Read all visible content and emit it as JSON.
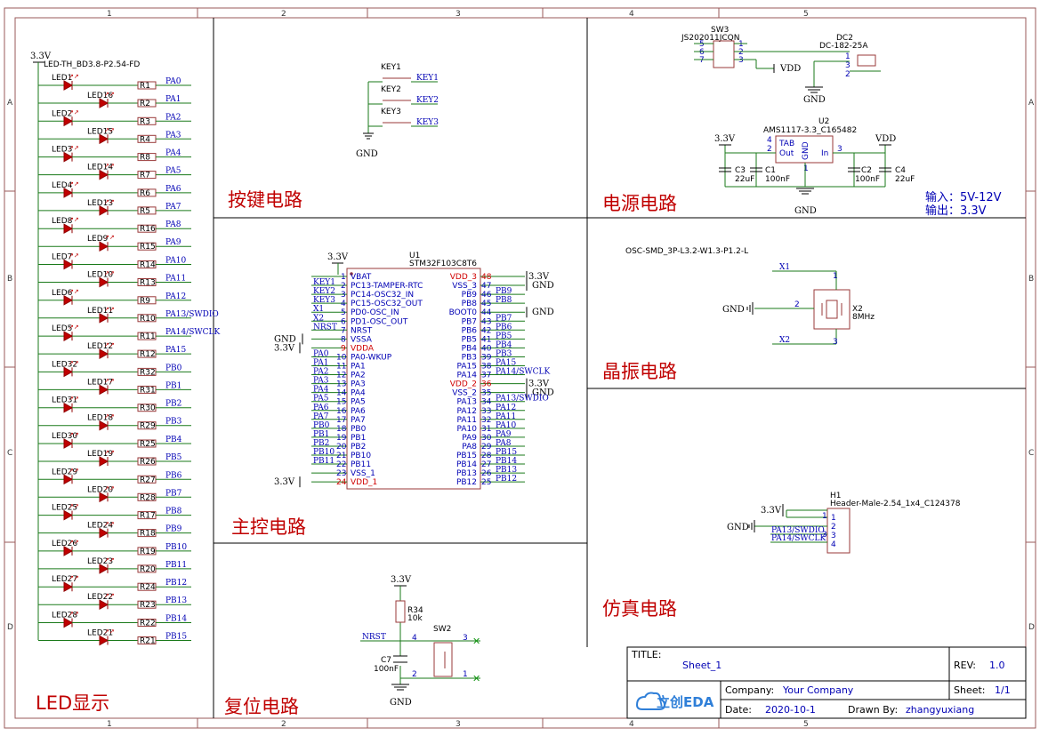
{
  "zones": {
    "columns": [
      "1",
      "2",
      "3",
      "4",
      "5"
    ],
    "rows": [
      "A",
      "B",
      "C",
      "D"
    ]
  },
  "sections": {
    "led": "LED显示",
    "key": "按键电路",
    "power": "电源电路",
    "mcu": "主控电路",
    "crystal": "晶振电路",
    "reset": "复位电路",
    "debug": "仿真电路"
  },
  "led_block": {
    "supply": "3.3V",
    "footprint": "LED-TH_BD3.8-P2.54-FD",
    "rows": [
      {
        "a": "LED1",
        "b": "LED16",
        "r1": "R1",
        "n1": "PA0",
        "r2": "R2",
        "n2": "PA1"
      },
      {
        "a": "LED2",
        "b": "LED15",
        "r1": "R3",
        "n1": "PA2",
        "r2": "R4",
        "n2": "PA3"
      },
      {
        "a": "LED3",
        "b": "LED14",
        "r1": "R8",
        "n1": "PA4",
        "r2": "R7",
        "n2": "PA5"
      },
      {
        "a": "LED4",
        "b": "LED13",
        "r1": "R6",
        "n1": "PA6",
        "r2": "R5",
        "n2": "PA7"
      },
      {
        "a": "LED8",
        "b": "LED9",
        "r1": "R16",
        "n1": "PA8",
        "r2": "R15",
        "n2": "PA9"
      },
      {
        "a": "LED7",
        "b": "LED10",
        "r1": "R14",
        "n1": "PA10",
        "r2": "R13",
        "n2": "PA11"
      },
      {
        "a": "LED6",
        "b": "LED11",
        "r1": "R9",
        "n1": "PA12",
        "r2": "R10",
        "n2": "PA13/SWDIO"
      },
      {
        "a": "LED5",
        "b": "LED12",
        "r1": "R11",
        "n1": "PA14/SWCLK",
        "r2": "R12",
        "n2": "PA15"
      },
      {
        "a": "LED32",
        "b": "LED17",
        "r1": "R32",
        "n1": "PB0",
        "r2": "R31",
        "n2": "PB1"
      },
      {
        "a": "LED31",
        "b": "LED18",
        "r1": "R30",
        "n1": "PB2",
        "r2": "R29",
        "n2": "PB3"
      },
      {
        "a": "LED30",
        "b": "LED19",
        "r1": "R25",
        "n1": "PB4",
        "r2": "R26",
        "n2": "PB5"
      },
      {
        "a": "LED29",
        "b": "LED20",
        "r1": "R27",
        "n1": "PB6",
        "r2": "R28",
        "n2": "PB7"
      },
      {
        "a": "LED25",
        "b": "LED24",
        "r1": "R17",
        "n1": "PB8",
        "r2": "R18",
        "n2": "PB9"
      },
      {
        "a": "LED26",
        "b": "LED23",
        "r1": "R19",
        "n1": "PB10",
        "r2": "R20",
        "n2": "PB11"
      },
      {
        "a": "LED27",
        "b": "LED22",
        "r1": "R24",
        "n1": "PB12",
        "r2": "R23",
        "n2": "PB13"
      },
      {
        "a": "LED28",
        "b": "LED21",
        "r1": "R22",
        "n1": "PB14",
        "r2": "R21",
        "n2": "PB15"
      }
    ]
  },
  "keys": {
    "items": [
      {
        "ref": "KEY1",
        "net": "KEY1"
      },
      {
        "ref": "KEY2",
        "net": "KEY2"
      },
      {
        "ref": "KEY3",
        "net": "KEY3"
      }
    ],
    "gnd": "GND"
  },
  "power": {
    "sw_ref": "SW3",
    "sw_part": "JS202011JCQN",
    "sw_pins": [
      "5",
      "6",
      "7",
      "1",
      "2",
      "3"
    ],
    "dc_ref": "DC2",
    "dc_part": "DC-182-25A",
    "dc_pins": [
      "1",
      "3",
      "2"
    ],
    "vdd": "VDD",
    "gnd": "GND",
    "reg_ref": "U2",
    "reg_part": "AMS1117-3.3_C165482",
    "reg_tab": "TAB",
    "reg_out": "Out",
    "reg_in": "In",
    "reg_gnd": "GND",
    "reg_pins": [
      "4",
      "2",
      "3",
      "1"
    ],
    "v33": "3.3V",
    "caps": [
      {
        "ref": "C3",
        "val": "22uF"
      },
      {
        "ref": "C1",
        "val": "100nF"
      },
      {
        "ref": "C2",
        "val": "100nF"
      },
      {
        "ref": "C4",
        "val": "22uF"
      }
    ],
    "note_in": "输入：5V-12V",
    "note_out": "输出：3.3V"
  },
  "mcu": {
    "ref": "U1",
    "part": "STM32F103C8T6",
    "left_pins": [
      {
        "num": "1",
        "name": "VBAT",
        "red": false,
        "net": "3.3V"
      },
      {
        "num": "2",
        "name": "PC13-TAMPER-RTC",
        "red": false,
        "net": "KEY1"
      },
      {
        "num": "3",
        "name": "PC14-OSC32_IN",
        "red": false,
        "net": "KEY2"
      },
      {
        "num": "4",
        "name": "PC15-OSC32_OUT",
        "red": false,
        "net": "KEY3"
      },
      {
        "num": "5",
        "name": "PD0-OSC_IN",
        "red": false,
        "net": "X1"
      },
      {
        "num": "6",
        "name": "PD1-OSC_OUT",
        "red": false,
        "net": "X2"
      },
      {
        "num": "7",
        "name": "NRST",
        "red": false,
        "net": "NRST"
      },
      {
        "num": "8",
        "name": "VSSA",
        "red": false,
        "net": "GND"
      },
      {
        "num": "9",
        "name": "VDDA",
        "red": true,
        "net": "3.3V"
      },
      {
        "num": "10",
        "name": "PA0-WKUP",
        "red": false,
        "net": "PA0"
      },
      {
        "num": "11",
        "name": "PA1",
        "red": false,
        "net": "PA1"
      },
      {
        "num": "12",
        "name": "PA2",
        "red": false,
        "net": "PA2"
      },
      {
        "num": "13",
        "name": "PA3",
        "red": false,
        "net": "PA3"
      },
      {
        "num": "14",
        "name": "PA4",
        "red": false,
        "net": "PA4"
      },
      {
        "num": "15",
        "name": "PA5",
        "red": false,
        "net": "PA5"
      },
      {
        "num": "16",
        "name": "PA6",
        "red": false,
        "net": "PA6"
      },
      {
        "num": "17",
        "name": "PA7",
        "red": false,
        "net": "PA7"
      },
      {
        "num": "18",
        "name": "PB0",
        "red": false,
        "net": "PB0"
      },
      {
        "num": "19",
        "name": "PB1",
        "red": false,
        "net": "PB1"
      },
      {
        "num": "20",
        "name": "PB2",
        "red": false,
        "net": "PB2"
      },
      {
        "num": "21",
        "name": "PB10",
        "red": false,
        "net": "PB10"
      },
      {
        "num": "22",
        "name": "PB11",
        "red": false,
        "net": "PB11"
      },
      {
        "num": "23",
        "name": "VSS_1",
        "red": false,
        "net": ""
      },
      {
        "num": "24",
        "name": "VDD_1",
        "red": true,
        "net": "3.3V"
      }
    ],
    "right_pins": [
      {
        "num": "48",
        "name": "VDD_3",
        "red": true,
        "net": "3.3V"
      },
      {
        "num": "47",
        "name": "VSS_3",
        "red": false,
        "net": "GND"
      },
      {
        "num": "46",
        "name": "PB9",
        "red": false,
        "net": "PB9"
      },
      {
        "num": "45",
        "name": "PB8",
        "red": false,
        "net": "PB8"
      },
      {
        "num": "44",
        "name": "BOOT0",
        "red": false,
        "net": "GND"
      },
      {
        "num": "43",
        "name": "PB7",
        "red": false,
        "net": "PB7"
      },
      {
        "num": "42",
        "name": "PB6",
        "red": false,
        "net": "PB6"
      },
      {
        "num": "41",
        "name": "PB5",
        "red": false,
        "net": "PB5"
      },
      {
        "num": "40",
        "name": "PB4",
        "red": false,
        "net": "PB4"
      },
      {
        "num": "39",
        "name": "PB3",
        "red": false,
        "net": "PB3"
      },
      {
        "num": "38",
        "name": "PA15",
        "red": false,
        "net": "PA15"
      },
      {
        "num": "37",
        "name": "PA14",
        "red": false,
        "net": "PA14/SWCLK"
      },
      {
        "num": "36",
        "name": "VDD_2",
        "red": true,
        "net": "3.3V"
      },
      {
        "num": "35",
        "name": "VSS_2",
        "red": false,
        "net": "GND"
      },
      {
        "num": "34",
        "name": "PA13",
        "red": false,
        "net": "PA13/SWDIO"
      },
      {
        "num": "33",
        "name": "PA12",
        "red": false,
        "net": "PA12"
      },
      {
        "num": "32",
        "name": "PA11",
        "red": false,
        "net": "PA11"
      },
      {
        "num": "31",
        "name": "PA10",
        "red": false,
        "net": "PA10"
      },
      {
        "num": "30",
        "name": "PA9",
        "red": false,
        "net": "PA9"
      },
      {
        "num": "29",
        "name": "PA8",
        "red": false,
        "net": "PA8"
      },
      {
        "num": "28",
        "name": "PB15",
        "red": false,
        "net": "PB15"
      },
      {
        "num": "27",
        "name": "PB14",
        "red": false,
        "net": "PB14"
      },
      {
        "num": "26",
        "name": "PB13",
        "red": false,
        "net": "PB13"
      },
      {
        "num": "25",
        "name": "PB12",
        "red": false,
        "net": "PB12"
      }
    ],
    "v33": "3.3V",
    "gnd": "GND"
  },
  "crystal": {
    "footprint": "OSC-SMD_3P-L3.2-W1.3-P1.2-L",
    "ref": "X2",
    "freq": "8MHz",
    "net1": "X1",
    "net2": "X2",
    "gnd": "GND",
    "pins": [
      "1",
      "2",
      "3"
    ]
  },
  "reset": {
    "v33": "3.3V",
    "r_ref": "R34",
    "r_val": "10k",
    "net": "NRST",
    "c_ref": "C7",
    "c_val": "100nF",
    "sw_ref": "SW2",
    "pins": [
      "4",
      "3",
      "2",
      "1"
    ],
    "gnd": "GND"
  },
  "debug": {
    "ref": "H1",
    "part": "Header-Male-2.54_1x4_C124378",
    "v33": "3.3V",
    "gnd": "GND",
    "nets": [
      "PA13/SWDIO",
      "PA14/SWCLK"
    ],
    "pins": [
      "1",
      "2",
      "3",
      "4"
    ]
  },
  "title_block": {
    "title_label": "TITLE:",
    "title": "Sheet_1",
    "rev_label": "REV:",
    "rev": "1.0",
    "company_label": "Company:",
    "company": "Your Company",
    "sheet_label": "Sheet:",
    "sheet": "1/1",
    "date_label": "Date:",
    "date": "2020-10-1",
    "drawn_label": "Drawn By:",
    "drawn": "zhangyuxiang",
    "logo": "立创EDA"
  }
}
